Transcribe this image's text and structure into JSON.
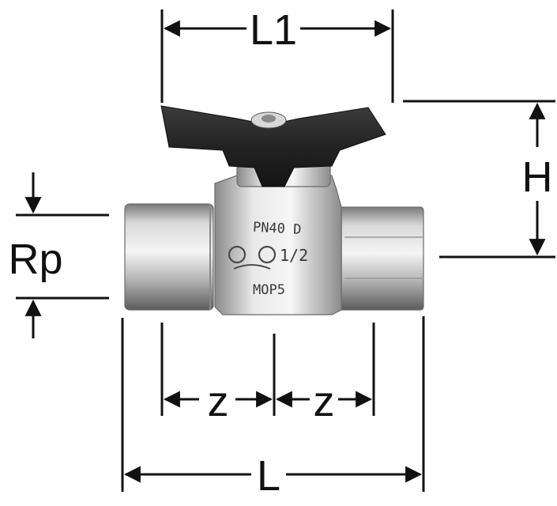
{
  "dimensions": {
    "l1": "L1",
    "h": "H",
    "rp": "Rp",
    "z_left": "z",
    "z_right": "z",
    "l": "L"
  },
  "valve_markings": {
    "pressure": "PN40 D",
    "size": "1/2",
    "material": "MOP5"
  },
  "colors": {
    "line": "#111111",
    "handle": "#2a2a2a",
    "brass_light": "#f2f2f2",
    "brass_mid": "#bdbdbd",
    "brass_dark": "#6e6e6e"
  }
}
